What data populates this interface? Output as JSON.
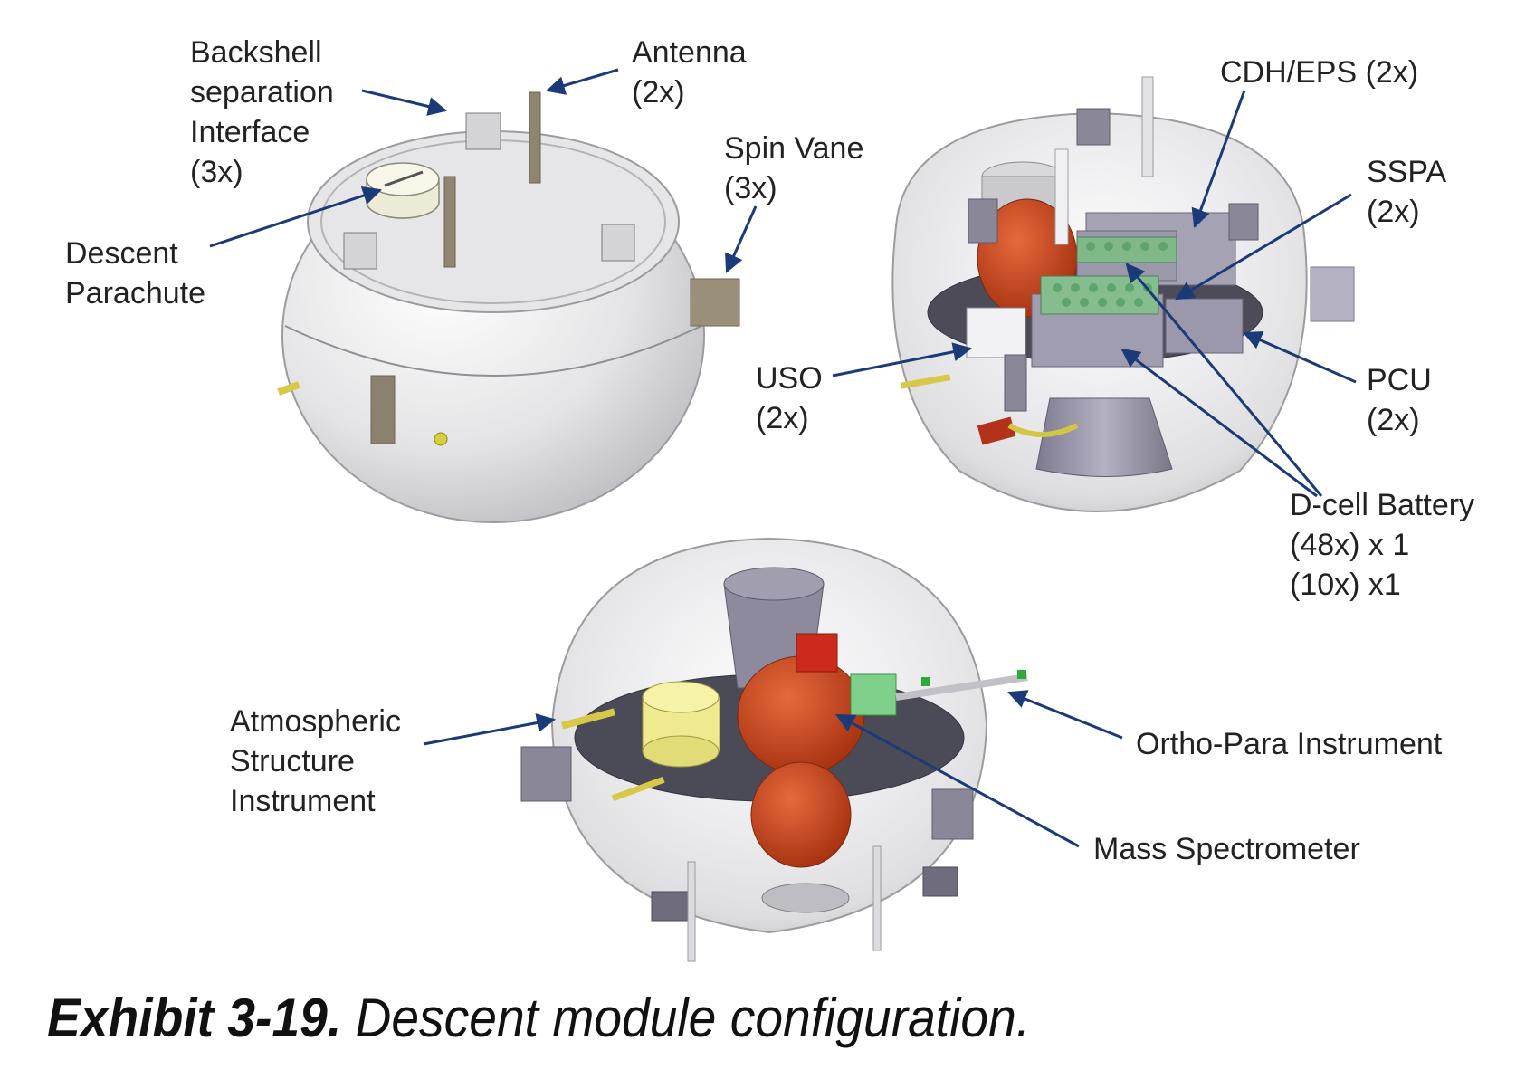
{
  "labels": {
    "backshell": "Backshell\nseparation\nInterface\n(3x)",
    "antenna": "Antenna\n(2x)",
    "spin_vane": "Spin Vane\n(3x)",
    "descent_parachute": "Descent\nParachute",
    "cdh_eps": "CDH/EPS (2x)",
    "sspa": "SSPA\n(2x)",
    "uso": "USO\n(2x)",
    "pcu": "PCU\n(2x)",
    "dcell_battery": "D-cell Battery\n(48x) x 1\n(10x) x1",
    "atmospheric": "Atmospheric\nStructure\nInstrument",
    "ortho_para": "Ortho-Para Instrument",
    "mass_spec": "Mass Spectrometer"
  },
  "caption": {
    "number": "Exhibit 3-19.",
    "text": " Descent module configuration."
  }
}
